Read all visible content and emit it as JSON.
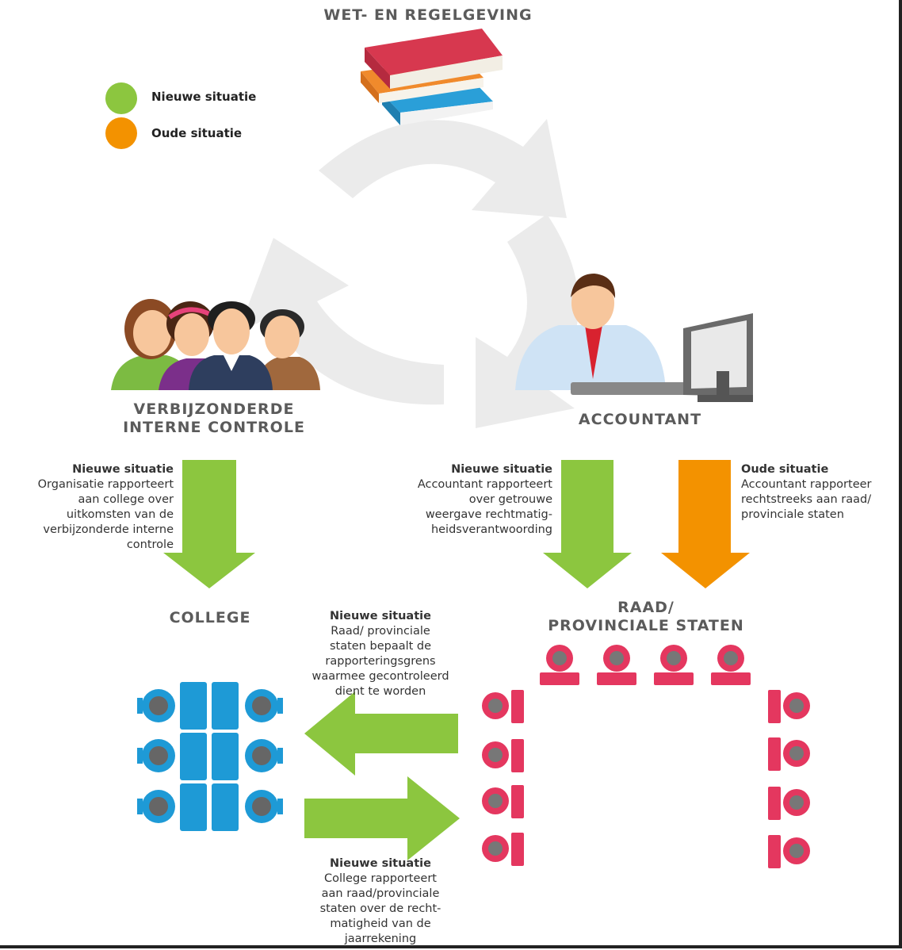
{
  "colors": {
    "new": "#8cc63f",
    "old": "#f39200",
    "college": "#1e9ad6",
    "raad": "#e4375f",
    "cycle": "#e9e9e9",
    "title": "#5b5b5b"
  },
  "legend": {
    "new_label": "Nieuwe situatie",
    "old_label": "Oude situatie"
  },
  "titles": {
    "wet": "WET- EN REGELGEVING",
    "vic_line1": "VERBIJZONDERDE",
    "vic_line2": "INTERNE CONTROLE",
    "accountant": "ACCOUNTANT",
    "college": "COLLEGE",
    "raad_line1": "RAAD/",
    "raad_line2": "PROVINCIALE STATEN"
  },
  "notes": {
    "vic": {
      "head": "Nieuwe situatie",
      "lines": [
        "Organisatie rapporteert",
        "aan college over",
        "uitkomsten van de",
        "verbijzonderde interne",
        "controle"
      ]
    },
    "acc_new": {
      "head": "Nieuwe situatie",
      "lines": [
        "Accountant rapporteert",
        "over getrouwe",
        "weergave rechtmatig-",
        "heidsverantwoording"
      ]
    },
    "acc_old": {
      "head": "Oude situatie",
      "lines": [
        "Accountant rapporteer",
        "rechtstreeks aan raad/",
        "provinciale staten"
      ]
    },
    "raad_to_college": {
      "head": "Nieuwe situatie",
      "lines": [
        "Raad/ provinciale",
        "staten bepaalt de",
        "rapporteringsgrens",
        "waarmee gecontroleerd",
        "dient te worden"
      ]
    },
    "college_to_raad": {
      "head": "Nieuwe situatie",
      "lines": [
        "College rapporteert",
        "aan raad/provinciale",
        "staten over de recht-",
        "matigheid van de",
        "jaarrekening"
      ]
    }
  },
  "icons": {
    "books": "stack-of-books-icon",
    "group": "group-of-people-icon",
    "accountant": "accountant-at-computer-icon",
    "college_table": "meeting-table-icon",
    "raad_seating": "council-seating-icon",
    "cycle": "recycle-cycle-icon"
  }
}
